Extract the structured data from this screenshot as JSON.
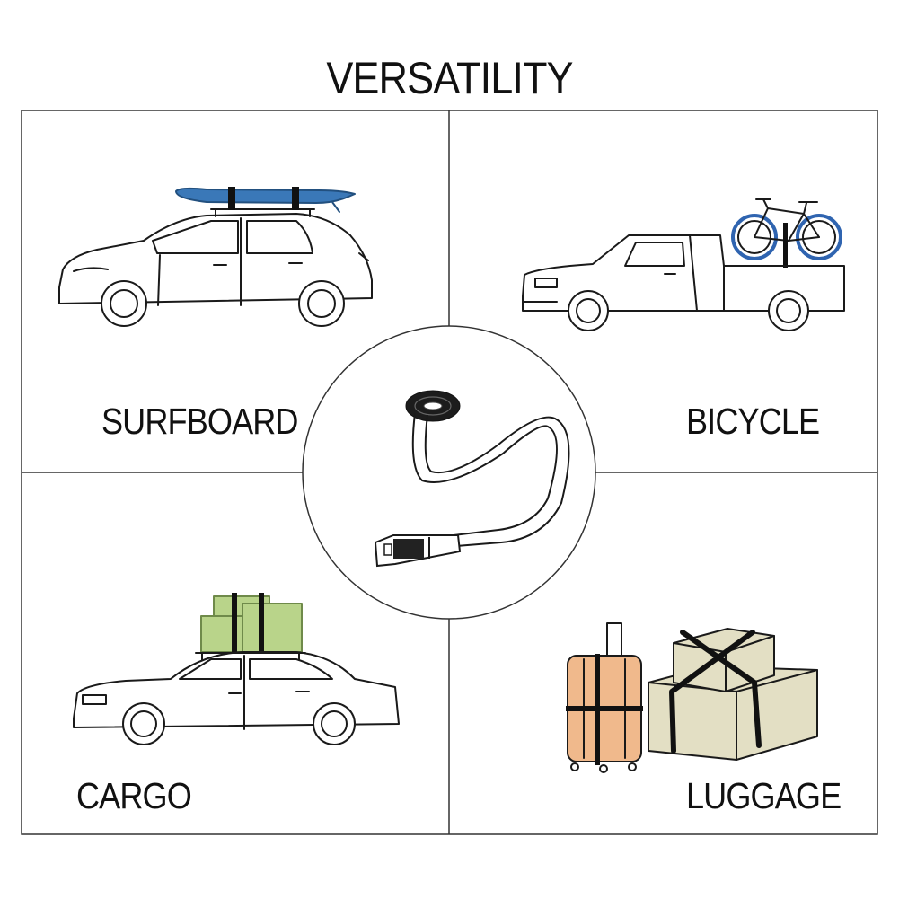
{
  "title": "VERSATILITY",
  "panels": {
    "top_left": {
      "label": "SURFBOARD"
    },
    "top_right": {
      "label": "BICYCLE"
    },
    "bottom_left": {
      "label": "CARGO"
    },
    "bottom_right": {
      "label": "LUGGAGE"
    }
  },
  "colors": {
    "line": "#1a1a1a",
    "surfboard": "#3a78b8",
    "bike_tire": "#2f64b0",
    "cargo_box": "#b9d48a",
    "suitcase": "#f0b98c",
    "box": "#e3dfc4",
    "strap": "#111111"
  },
  "illustrations": [
    "car-with-surfboard-icon",
    "pickup-truck-with-bicycle-icon",
    "sedan-with-cargo-boxes-icon",
    "suitcase-and-boxes-icon",
    "tie-down-strap-icon"
  ]
}
